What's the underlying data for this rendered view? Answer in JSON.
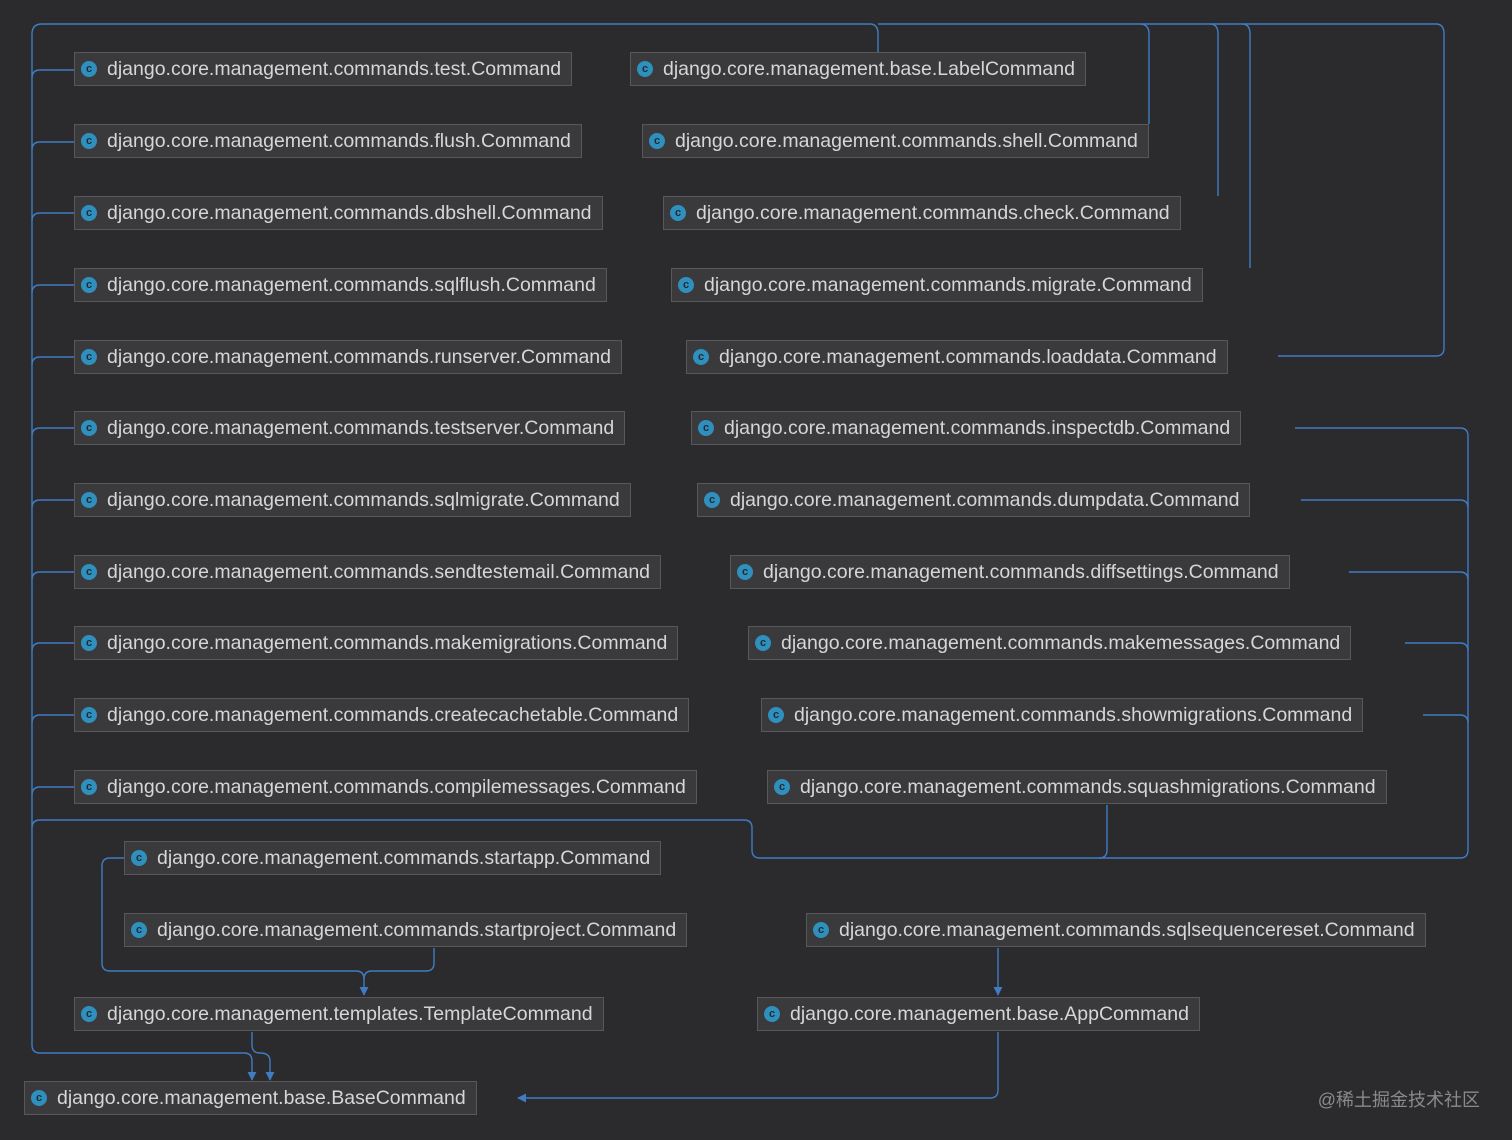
{
  "diagram": {
    "icon_letter": "c",
    "colors": {
      "background": "#2b2b2d",
      "node_bg": "#3a3a3c",
      "node_border": "#58585b",
      "edge": "#3f7cc4",
      "class_icon": "#2f8fbd"
    },
    "nodes": [
      "django.core.management.commands.test.Command",
      "django.core.management.base.LabelCommand",
      "django.core.management.commands.flush.Command",
      "django.core.management.commands.shell.Command",
      "django.core.management.commands.dbshell.Command",
      "django.core.management.commands.check.Command",
      "django.core.management.commands.sqlflush.Command",
      "django.core.management.commands.migrate.Command",
      "django.core.management.commands.runserver.Command",
      "django.core.management.commands.loaddata.Command",
      "django.core.management.commands.testserver.Command",
      "django.core.management.commands.inspectdb.Command",
      "django.core.management.commands.sqlmigrate.Command",
      "django.core.management.commands.dumpdata.Command",
      "django.core.management.commands.sendtestemail.Command",
      "django.core.management.commands.diffsettings.Command",
      "django.core.management.commands.makemigrations.Command",
      "django.core.management.commands.makemessages.Command",
      "django.core.management.commands.createcachetable.Command",
      "django.core.management.commands.showmigrations.Command",
      "django.core.management.commands.compilemessages.Command",
      "django.core.management.commands.squashmigrations.Command",
      "django.core.management.commands.startapp.Command",
      "django.core.management.commands.startproject.Command",
      "django.core.management.commands.sqlsequencereset.Command",
      "django.core.management.templates.TemplateCommand",
      "django.core.management.base.AppCommand",
      "django.core.management.base.BaseCommand"
    ],
    "edges": [
      [
        "django.core.management.commands.startapp.Command",
        "django.core.management.templates.TemplateCommand"
      ],
      [
        "django.core.management.commands.startproject.Command",
        "django.core.management.templates.TemplateCommand"
      ],
      [
        "django.core.management.commands.sqlsequencereset.Command",
        "django.core.management.base.AppCommand"
      ],
      [
        "django.core.management.templates.TemplateCommand",
        "django.core.management.base.BaseCommand"
      ],
      [
        "django.core.management.base.AppCommand",
        "django.core.management.base.BaseCommand"
      ],
      [
        "django.core.management.base.LabelCommand",
        "django.core.management.base.BaseCommand"
      ],
      [
        "django.core.management.commands.test.Command",
        "django.core.management.base.BaseCommand"
      ],
      [
        "django.core.management.commands.flush.Command",
        "django.core.management.base.BaseCommand"
      ],
      [
        "django.core.management.commands.shell.Command",
        "django.core.management.base.BaseCommand"
      ],
      [
        "django.core.management.commands.dbshell.Command",
        "django.core.management.base.BaseCommand"
      ],
      [
        "django.core.management.commands.check.Command",
        "django.core.management.base.BaseCommand"
      ],
      [
        "django.core.management.commands.sqlflush.Command",
        "django.core.management.base.BaseCommand"
      ],
      [
        "django.core.management.commands.migrate.Command",
        "django.core.management.base.BaseCommand"
      ],
      [
        "django.core.management.commands.runserver.Command",
        "django.core.management.base.BaseCommand"
      ],
      [
        "django.core.management.commands.loaddata.Command",
        "django.core.management.base.BaseCommand"
      ],
      [
        "django.core.management.commands.testserver.Command",
        "django.core.management.base.BaseCommand"
      ],
      [
        "django.core.management.commands.inspectdb.Command",
        "django.core.management.base.BaseCommand"
      ],
      [
        "django.core.management.commands.sqlmigrate.Command",
        "django.core.management.base.BaseCommand"
      ],
      [
        "django.core.management.commands.dumpdata.Command",
        "django.core.management.base.BaseCommand"
      ],
      [
        "django.core.management.commands.sendtestemail.Command",
        "django.core.management.base.BaseCommand"
      ],
      [
        "django.core.management.commands.diffsettings.Command",
        "django.core.management.base.BaseCommand"
      ],
      [
        "django.core.management.commands.makemigrations.Command",
        "django.core.management.base.BaseCommand"
      ],
      [
        "django.core.management.commands.makemessages.Command",
        "django.core.management.base.BaseCommand"
      ],
      [
        "django.core.management.commands.createcachetable.Command",
        "django.core.management.base.BaseCommand"
      ],
      [
        "django.core.management.commands.showmigrations.Command",
        "django.core.management.base.BaseCommand"
      ],
      [
        "django.core.management.commands.compilemessages.Command",
        "django.core.management.base.BaseCommand"
      ],
      [
        "django.core.management.commands.squashmigrations.Command",
        "django.core.management.base.BaseCommand"
      ]
    ]
  },
  "watermark": "@稀土掘金技术社区"
}
